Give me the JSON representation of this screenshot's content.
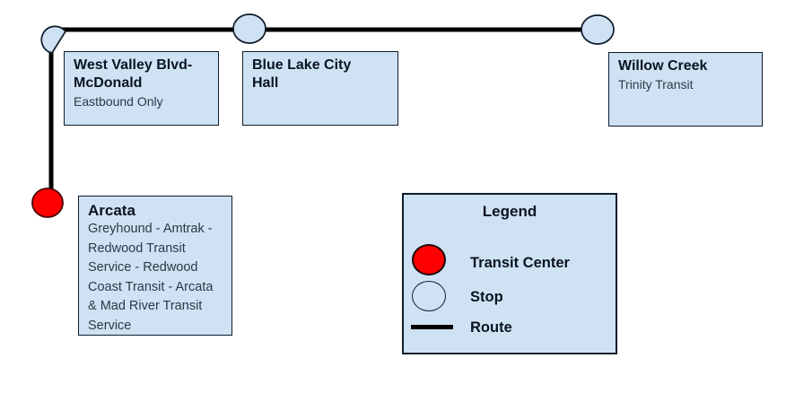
{
  "diagram": {
    "stops": {
      "west_valley": {
        "title": "West Valley Blvd-\nMcDonald",
        "subtitle": "Eastbound Only",
        "marker": "stop-circle"
      },
      "blue_lake": {
        "title": "Blue Lake City\nHall",
        "marker": "stop-circle"
      },
      "willow_creek": {
        "title": "Willow Creek",
        "subtitle": "Trinity Transit",
        "marker": "stop-circle"
      },
      "arcata": {
        "title": "Arcata",
        "subtitle": "Greyhound - Amtrak -\nRedwood Transit\nService - Redwood\nCoast Transit - Arcata\n& Mad River Transit\nService",
        "marker": "transit-center-circle"
      }
    },
    "route": {
      "description": "L-shaped route: Arcata north to corner stop, then east through Blue Lake City Hall to Willow Creek",
      "line_color": "#000000"
    },
    "legend": {
      "title": "Legend",
      "items": [
        {
          "label": "Transit Center",
          "icon": "transit-center-circle",
          "color": "#fe0000"
        },
        {
          "label": "Stop",
          "icon": "stop-circle",
          "color": "#cfe2f3"
        },
        {
          "label": "Route",
          "icon": "route-line",
          "color": "#000000"
        }
      ]
    },
    "colors": {
      "stop_fill": "#cfe2f3",
      "box_fill": "#cfe2f3",
      "box_border": "#0e1b2a",
      "route_line": "#000000",
      "transit_center_fill": "#fe0000",
      "title_text": "#0a1320",
      "subtitle_text": "#2b3947"
    }
  }
}
